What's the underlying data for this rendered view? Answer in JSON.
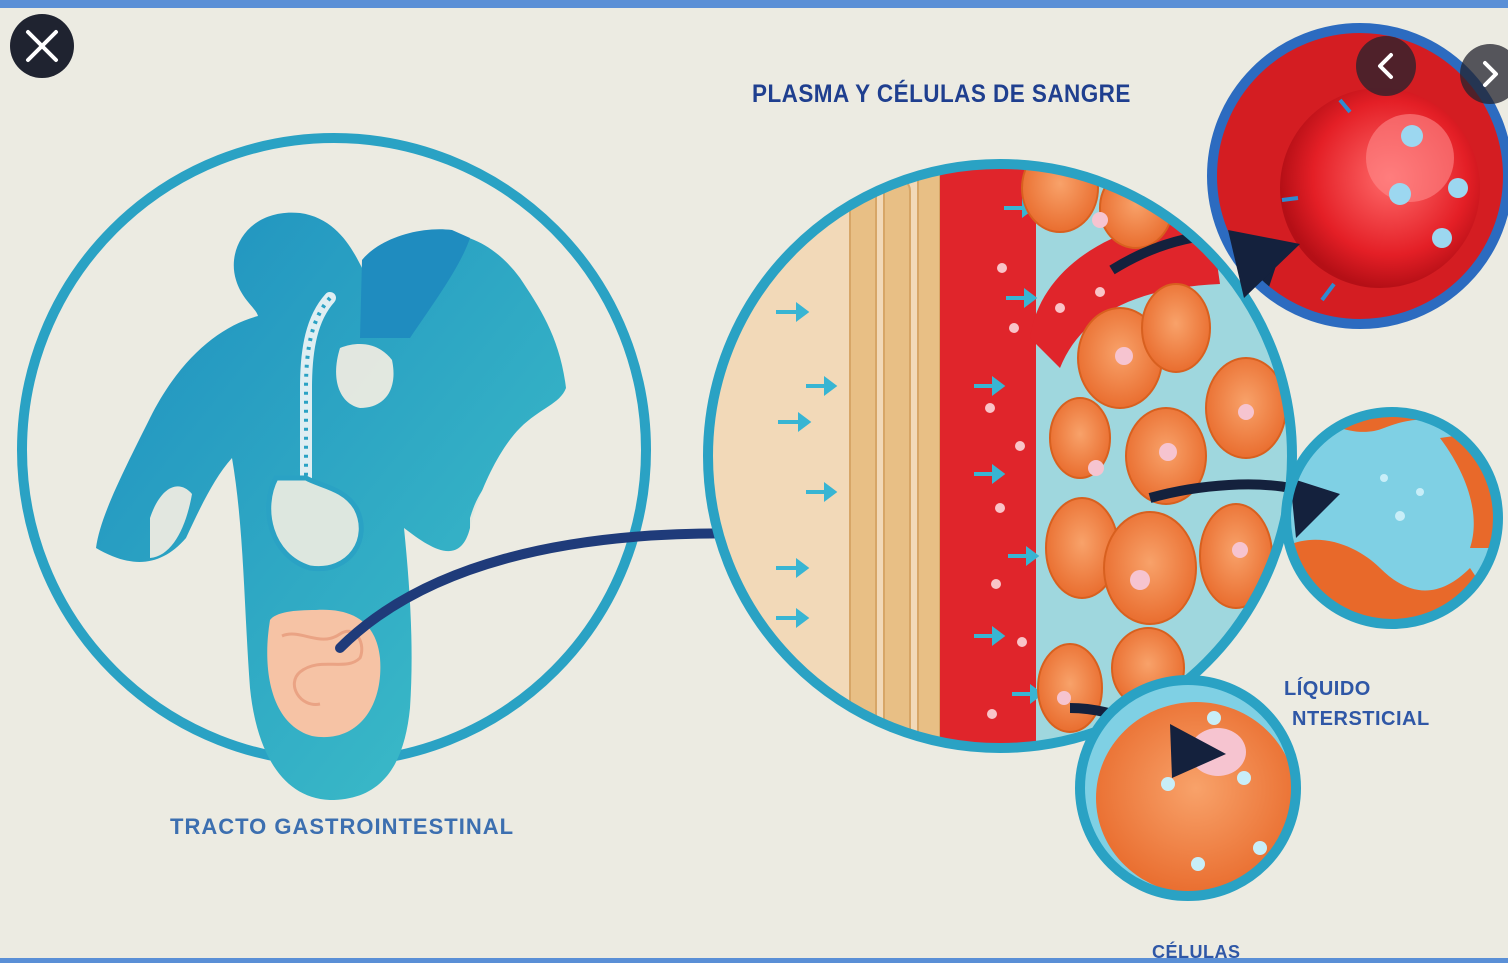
{
  "labels": {
    "title": "PLASMA Y CÉLULAS DE SANGRE",
    "gi_tract": "TRACTO GASTROINTESTINAL",
    "interstitial_line1": "LÍQUIDO",
    "interstitial_line2": "NTERSTICIAL",
    "cells": "CÉLULAS"
  },
  "controls": {
    "close_icon": "close-icon",
    "prev_icon": "chevron-left-icon",
    "next_icon": "chevron-right-icon"
  },
  "colors": {
    "frame": "#5a8fd6",
    "paper": "#ecebe2",
    "teal": "#2fa3c6",
    "blood": "#e0262b",
    "cell_orange": "#f07a3a",
    "navy": "#1f3f8f"
  }
}
